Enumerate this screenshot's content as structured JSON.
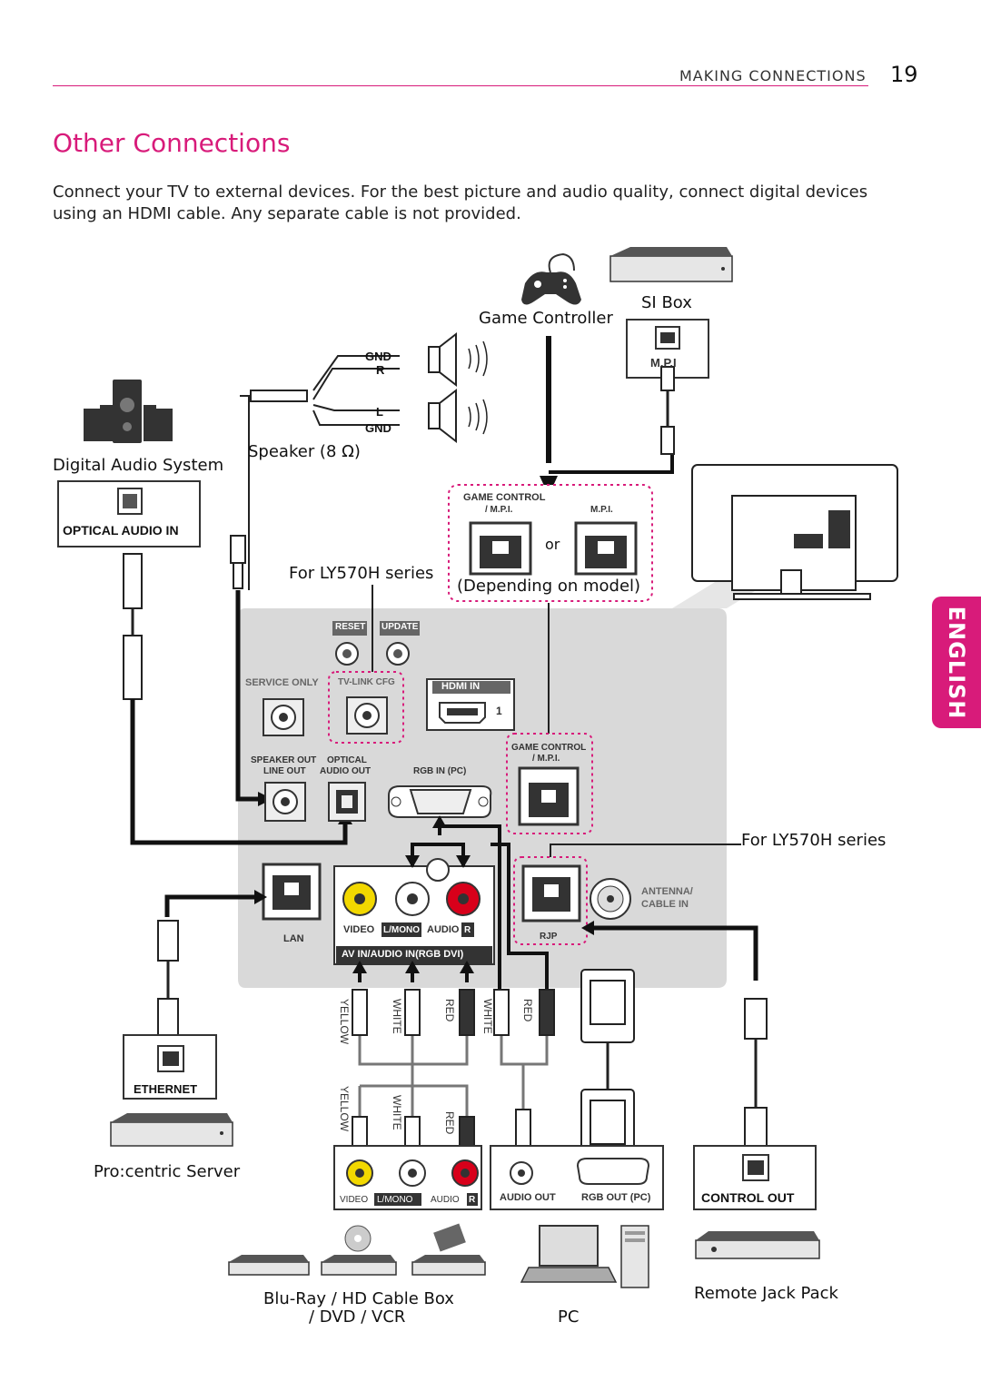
{
  "header": {
    "section": "MAKING CONNECTIONS",
    "page": "19"
  },
  "title": "Other Connections",
  "intro": "Connect your TV to external devices. For the best picture and audio quality, connect digital devices using an HDMI cable. Any separate cable is not provided.",
  "side_tab": "ENGLISH",
  "devices": {
    "game_controller": "Game Controller",
    "si_box": "SI Box",
    "digital_audio": "Digital Audio System",
    "speaker": "Speaker (8 Ω)",
    "for_series_top": "For LY570H series",
    "for_series_right": "For LY570H series",
    "depending": "(Depending on model)",
    "or": "or",
    "server": "Pro:centric Server",
    "bluray": "Blu-Ray / HD Cable Box",
    "dvd": "/ DVD / VCR",
    "pc": "PC",
    "remote_jack": "Remote Jack Pack"
  },
  "ports": {
    "mpi_box": "M.P.I",
    "optical_audio_in": "OPTICAL AUDIO IN",
    "ethernet": "ETHERNET",
    "control_out": "CONTROL OUT",
    "game_control_mpi": "GAME CONTROL",
    "game_control_mpi_sub": "/ M.P.I.",
    "mpi_alt": "M.P.I.",
    "gnd": "GND",
    "r": "R",
    "l": "L",
    "reset": "RESET",
    "update": "UPDATE",
    "service_only": "SERVICE ONLY",
    "tvlink_cfg": "TV-LINK CFG",
    "hdmi_in": "HDMI IN",
    "hdmi_num": "1",
    "speaker_out": "SPEAKER OUT",
    "line_out": "LINE OUT",
    "optical": "OPTICAL",
    "audio_out": "AUDIO OUT",
    "rgb_in_pc": "RGB IN (PC)",
    "lan": "LAN",
    "video": "VIDEO",
    "l_mono": "L/MONO",
    "audio": "AUDIO",
    "r_letter": "R",
    "av_in": "AV IN/AUDIO IN(RGB DVI)",
    "rjp": "RJP",
    "antenna": "ANTENNA/",
    "cable_in": "CABLE IN",
    "audio_out_pc": "AUDIO OUT",
    "rgb_out_pc": "RGB OUT (PC)"
  },
  "cable_labels": {
    "yellow": "YELLOW",
    "white": "WHITE",
    "red": "RED"
  },
  "colors": {
    "accent": "#d81b7a",
    "panel": "#d9d9d9",
    "yellow": "#f2d800",
    "red": "#d8001a"
  }
}
